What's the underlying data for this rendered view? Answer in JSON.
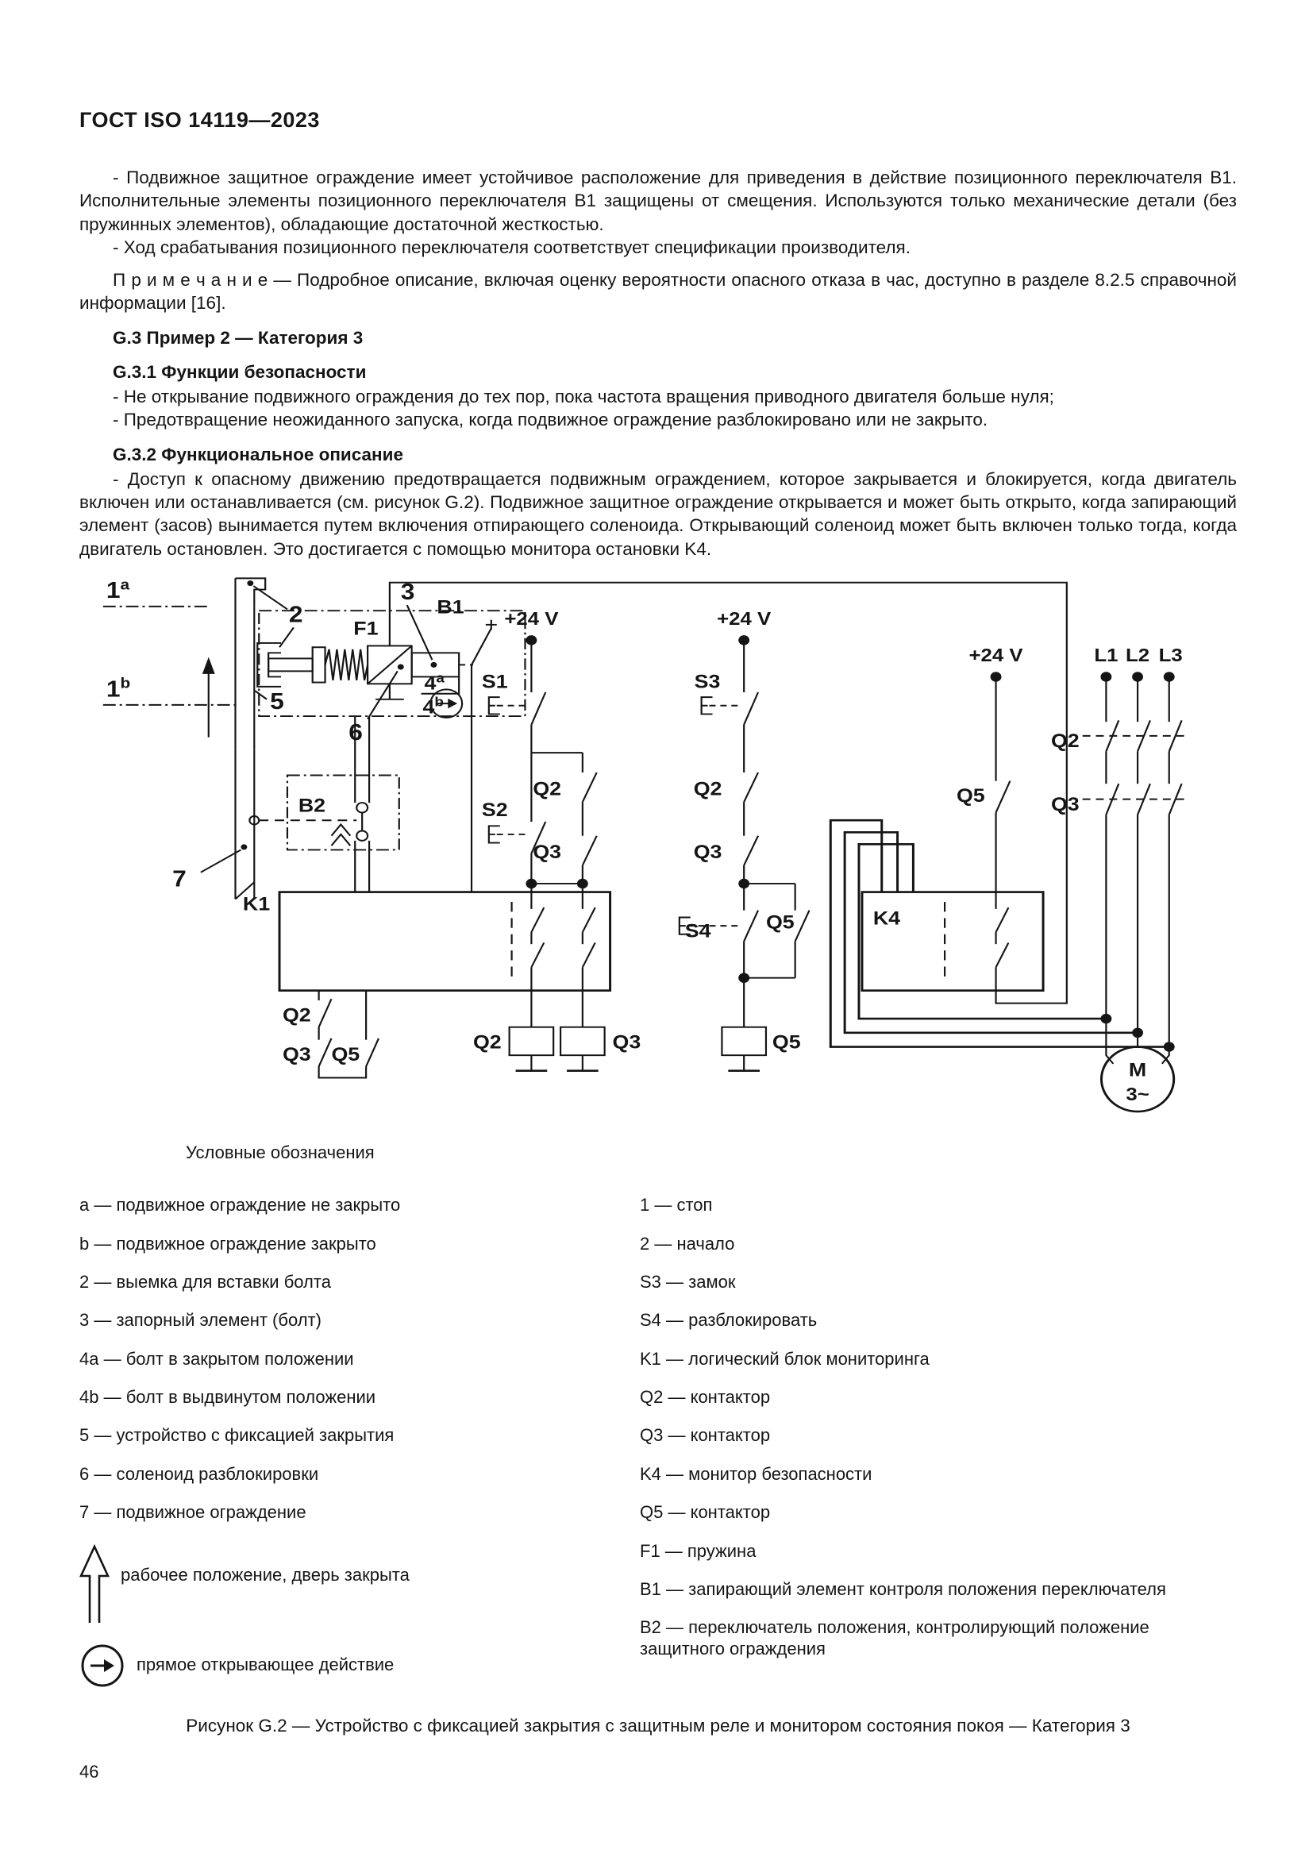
{
  "page": {
    "header": "ГОСТ ISO 14119—2023",
    "number": "46"
  },
  "content": {
    "p1": "- Подвижное защитное ограждение имеет устойчивое расположение для приведения в действие позиционного переключателя B1. Исполнительные элементы позиционного переключателя B1 защищены от смещения. Используются только механические детали (без пружинных элементов), обладающие достаточной жесткостью.",
    "p2": "- Ход срабатывания позиционного переключателя соответствует спецификации производителя.",
    "note": "П р и м е ч а н и е  — Подробное описание, включая оценку вероятности опасного отказа в час, доступно в разделе 8.2.5 справочной информации [16].",
    "h_g3": "G.3 Пример 2 — Категория 3",
    "h_g31": "G.3.1 Функции безопасности",
    "p3": "- Не открывание подвижного ограждения до тех пор, пока частота вращения приводного двигателя больше нуля;",
    "p4": "- Предотвращение неожиданного запуска, когда подвижное ограждение разблокировано или не закрыто.",
    "h_g32": "G.3.2 Функциональное описание",
    "p5": "- Доступ к опасному движению предотвращается подвижным ограждением, которое закрывается и блокируется, когда двигатель включен или останавливается (см. рисунок G.2). Подвижное защитное ограждение открывается и может быть открыто, когда запирающий элемент (засов) вынимается путем включения отпирающего соленоида. Открывающий соленоид может быть включен только тогда, когда двигатель остановлен. Это достигается с помощью монитора остановки K4."
  },
  "diagram": {
    "labels": {
      "pos_a_main": "1",
      "pos_a_sup": "a",
      "pos_b_main": "1",
      "pos_b_sup": "b",
      "n2": "2",
      "n3": "3",
      "n4a_main": "4",
      "n4a_sup": "a",
      "n4b_main": "4",
      "n4b_sup": "b",
      "n5": "5",
      "n6": "6",
      "n7": "7",
      "f1": "F1",
      "b1": "B1",
      "b2": "B2",
      "k1": "K1",
      "k4": "K4",
      "s1": "S1",
      "s2": "S2",
      "s3": "S3",
      "s4": "S4",
      "q2": "Q2",
      "q3": "Q3",
      "q5": "Q5",
      "v24": "+24 V",
      "l1": "L1",
      "l2": "L2",
      "l3": "L3",
      "m": "M",
      "m3": "3~"
    }
  },
  "legend": {
    "title": "Условные обозначения",
    "left": [
      "a — подвижное ограждение не закрыто",
      "b — подвижное ограждение закрыто",
      "2 — выемка для вставки болта",
      "3 — запорный элемент (болт)",
      "4a — болт в закрытом положении",
      "4b — болт в выдвинутом положении",
      "5 — устройство с фиксацией закрытия",
      "6 — соленоид разблокировки",
      "7 — подвижное ограждение"
    ],
    "right": [
      "1 — стоп",
      "2 — начало",
      "S3 — замок",
      "S4 — разблокировать",
      "K1 — логический блок мониторинга",
      "Q2 — контактор",
      "Q3 — контактор",
      "K4 — монитор безопасности",
      "Q5 — контактор",
      "F1 — пружина",
      "B1 — запирающий элемент контроля положения переключателя",
      "B2 — переключатель положения, контролирующий положение защитного ограждения"
    ],
    "arrow_label": "рабочее положение, дверь закрыта",
    "circle_label": "прямое открывающее действие"
  },
  "caption": "Рисунок G.2 — Устройство с фиксацией закрытия с защитным реле и монитором состояния покоя — Категория 3"
}
